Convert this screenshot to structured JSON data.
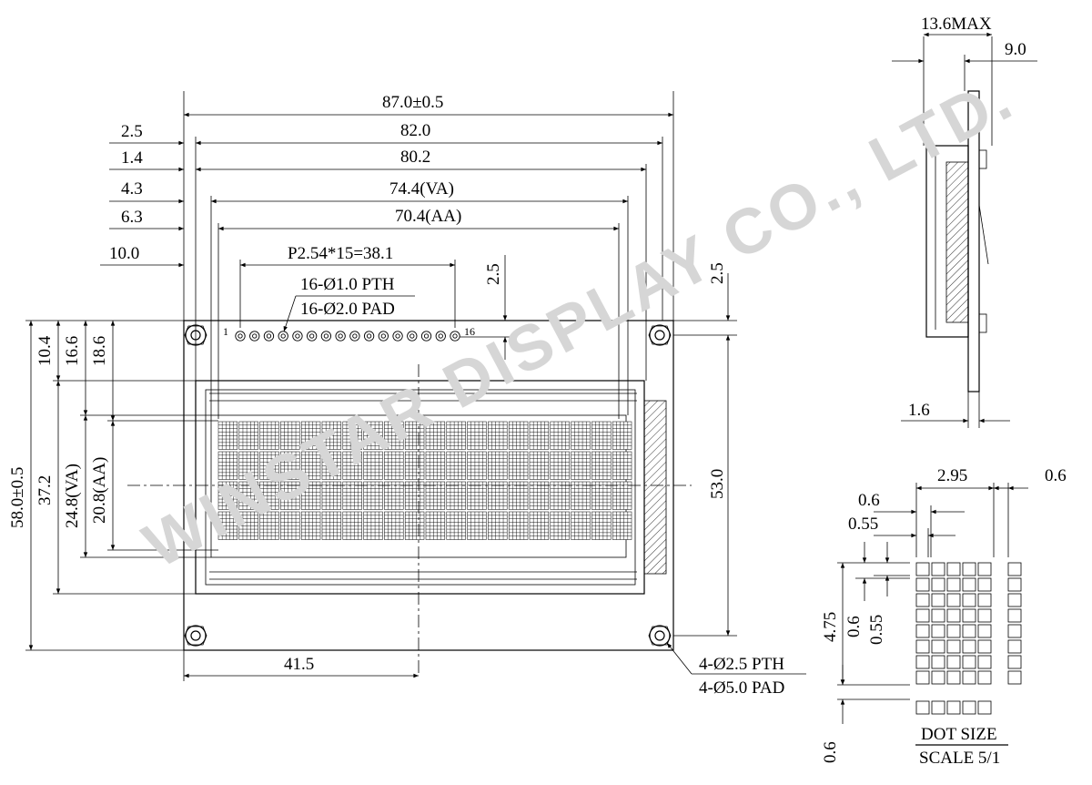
{
  "watermark": "WINSTAR DISPLAY CO., LTD.",
  "front": {
    "width_total": "87.0±0.5",
    "width_pcb": "82.0",
    "width_bezel": "80.2",
    "width_va": "74.4(VA)",
    "width_aa": "70.4(AA)",
    "off_2_5": "2.5",
    "off_1_4": "1.4",
    "off_4_3": "4.3",
    "off_6_3": "6.3",
    "off_10_0": "10.0",
    "pitch": "P2.54*15=38.1",
    "pth": "16-Ø1.0 PTH",
    "pad": "16-Ø2.0 PAD",
    "pin_first": "1",
    "pin_last": "16",
    "pin_edge": "2.5",
    "right_edge": "2.5",
    "h_10_4": "10.4",
    "h_16_6": "16.6",
    "h_18_6": "18.6",
    "h_total": "58.0±0.5",
    "h_bezel": "37.2",
    "h_va": "24.8(VA)",
    "h_aa": "20.8(AA)",
    "h_holes": "53.0",
    "hole_offset": "41.5",
    "holes_pth": "4-Ø2.5 PTH",
    "holes_pad": "4-Ø5.0 PAD"
  },
  "side": {
    "thickness": "13.6MAX",
    "module": "9.0",
    "pcb": "1.6"
  },
  "detail": {
    "char_w": "2.95",
    "gap_r": "0.6",
    "dot_pitch": "0.6",
    "dot_w": "0.55",
    "char_h": "4.75",
    "v_pitch": "0.6",
    "v_dot": "0.55",
    "cursor_gap": "0.6",
    "title": "DOT SIZE",
    "scale": "SCALE 5/1"
  },
  "colors": {
    "ink": "#000000",
    "watermark": "#d6d6d6"
  }
}
